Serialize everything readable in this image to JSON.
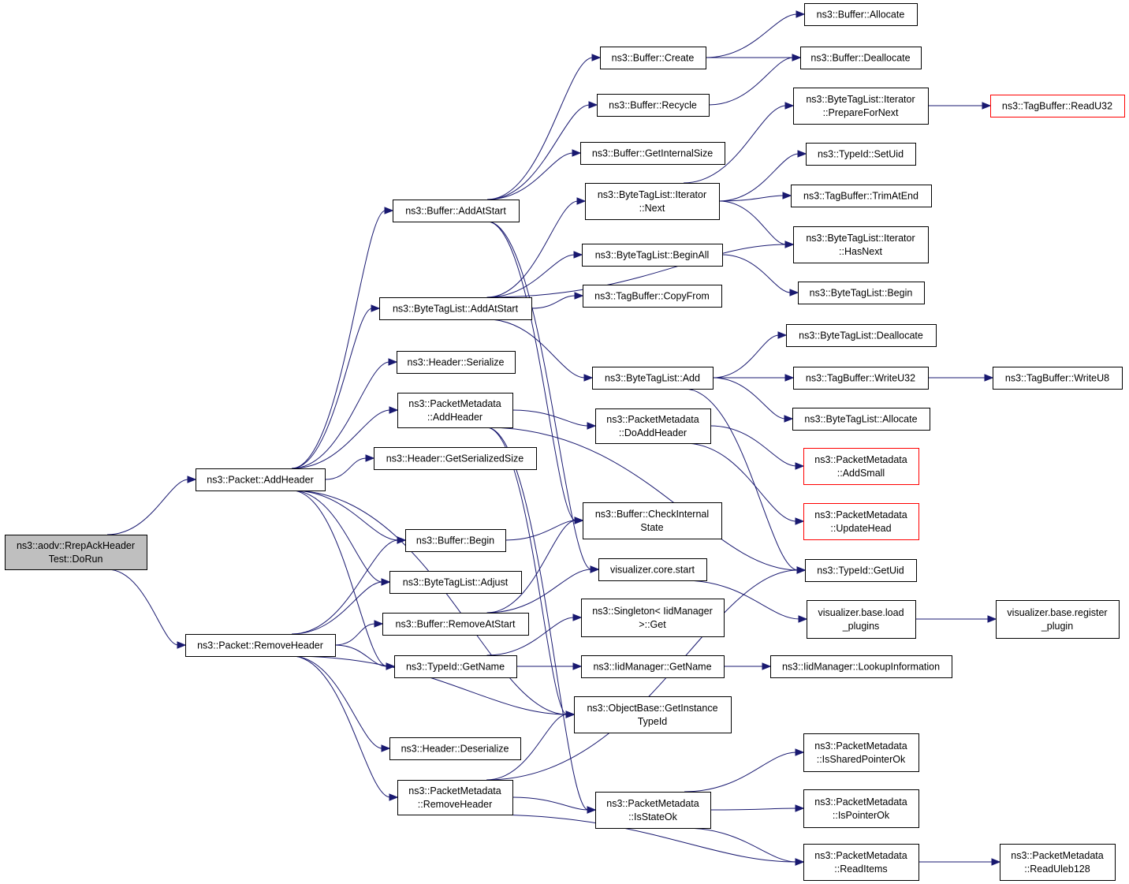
{
  "colors": {
    "edge": "#191970",
    "root_fill": "#bfbfbf",
    "external_border": "#ff0000",
    "node_border": "#000000"
  },
  "nodes": [
    {
      "id": "root",
      "lines": [
        "ns3::aodv::RrepAckHeader",
        "Test::DoRun"
      ],
      "style": "root"
    },
    {
      "id": "pkt_addheader",
      "lines": [
        "ns3::Packet::AddHeader"
      ]
    },
    {
      "id": "pkt_removeheader",
      "lines": [
        "ns3::Packet::RemoveHeader"
      ]
    },
    {
      "id": "buf_addatstart",
      "lines": [
        "ns3::Buffer::AddAtStart"
      ]
    },
    {
      "id": "btl_addatstart",
      "lines": [
        "ns3::ByteTagList::AddAtStart"
      ]
    },
    {
      "id": "hdr_serialize",
      "lines": [
        "ns3::Header::Serialize"
      ]
    },
    {
      "id": "pm_addheader",
      "lines": [
        "ns3::PacketMetadata",
        "::AddHeader"
      ]
    },
    {
      "id": "hdr_getsersize",
      "lines": [
        "ns3::Header::GetSerializedSize"
      ]
    },
    {
      "id": "buf_begin",
      "lines": [
        "ns3::Buffer::Begin"
      ]
    },
    {
      "id": "btl_adjust",
      "lines": [
        "ns3::ByteTagList::Adjust"
      ]
    },
    {
      "id": "buf_removeatstart",
      "lines": [
        "ns3::Buffer::RemoveAtStart"
      ]
    },
    {
      "id": "typeid_getname",
      "lines": [
        "ns3::TypeId::GetName"
      ]
    },
    {
      "id": "hdr_deserialize",
      "lines": [
        "ns3::Header::Deserialize"
      ]
    },
    {
      "id": "pm_removeheader",
      "lines": [
        "ns3::PacketMetadata",
        "::RemoveHeader"
      ]
    },
    {
      "id": "buf_create",
      "lines": [
        "ns3::Buffer::Create"
      ]
    },
    {
      "id": "buf_recycle",
      "lines": [
        "ns3::Buffer::Recycle"
      ]
    },
    {
      "id": "buf_getinternalsize",
      "lines": [
        "ns3::Buffer::GetInternalSize"
      ]
    },
    {
      "id": "btl_it_next",
      "lines": [
        "ns3::ByteTagList::Iterator",
        "::Next"
      ]
    },
    {
      "id": "btl_beginall",
      "lines": [
        "ns3::ByteTagList::BeginAll"
      ]
    },
    {
      "id": "tb_copyfrom",
      "lines": [
        "ns3::TagBuffer::CopyFrom"
      ]
    },
    {
      "id": "btl_add",
      "lines": [
        "ns3::ByteTagList::Add"
      ]
    },
    {
      "id": "pm_doaddheader",
      "lines": [
        "ns3::PacketMetadata",
        "::DoAddHeader"
      ]
    },
    {
      "id": "buf_checkinternal",
      "lines": [
        "ns3::Buffer::CheckInternal",
        "State"
      ]
    },
    {
      "id": "vis_core_start",
      "lines": [
        "visualizer.core.start"
      ]
    },
    {
      "id": "singleton_get",
      "lines": [
        "ns3::Singleton< IidManager",
        ">::Get"
      ]
    },
    {
      "id": "iid_getname",
      "lines": [
        "ns3::IidManager::GetName"
      ]
    },
    {
      "id": "ob_getinstance",
      "lines": [
        "ns3::ObjectBase::GetInstance",
        "TypeId"
      ]
    },
    {
      "id": "pm_isstateok",
      "lines": [
        "ns3::PacketMetadata",
        "::IsStateOk"
      ]
    },
    {
      "id": "buf_allocate",
      "lines": [
        "ns3::Buffer::Allocate"
      ]
    },
    {
      "id": "buf_deallocate",
      "lines": [
        "ns3::Buffer::Deallocate"
      ]
    },
    {
      "id": "btl_it_preparefornext",
      "lines": [
        "ns3::ByteTagList::Iterator",
        "::PrepareForNext"
      ]
    },
    {
      "id": "typeid_setuid",
      "lines": [
        "ns3::TypeId::SetUid"
      ]
    },
    {
      "id": "tb_trimatend",
      "lines": [
        "ns3::TagBuffer::TrimAtEnd"
      ]
    },
    {
      "id": "btl_it_hasnext",
      "lines": [
        "ns3::ByteTagList::Iterator",
        "::HasNext"
      ]
    },
    {
      "id": "btl_begin",
      "lines": [
        "ns3::ByteTagList::Begin"
      ]
    },
    {
      "id": "btl_deallocate",
      "lines": [
        "ns3::ByteTagList::Deallocate"
      ]
    },
    {
      "id": "tb_writeu32",
      "lines": [
        "ns3::TagBuffer::WriteU32"
      ]
    },
    {
      "id": "btl_allocate",
      "lines": [
        "ns3::ByteTagList::Allocate"
      ]
    },
    {
      "id": "pm_addsmall",
      "lines": [
        "ns3::PacketMetadata",
        "::AddSmall"
      ],
      "style": "external"
    },
    {
      "id": "pm_updatehead",
      "lines": [
        "ns3::PacketMetadata",
        "::UpdateHead"
      ],
      "style": "external"
    },
    {
      "id": "typeid_getuid",
      "lines": [
        "ns3::TypeId::GetUid"
      ]
    },
    {
      "id": "vis_base_load",
      "lines": [
        "visualizer.base.load",
        "_plugins"
      ]
    },
    {
      "id": "iid_lookupinfo",
      "lines": [
        "ns3::IidManager::LookupInformation"
      ]
    },
    {
      "id": "pm_issharedptrok",
      "lines": [
        "ns3::PacketMetadata",
        "::IsSharedPointerOk"
      ]
    },
    {
      "id": "pm_ispointerok",
      "lines": [
        "ns3::PacketMetadata",
        "::IsPointerOk"
      ]
    },
    {
      "id": "pm_readitems",
      "lines": [
        "ns3::PacketMetadata",
        "::ReadItems"
      ]
    },
    {
      "id": "tb_readu32",
      "lines": [
        "ns3::TagBuffer::ReadU32"
      ],
      "style": "external"
    },
    {
      "id": "tb_writeu8",
      "lines": [
        "ns3::TagBuffer::WriteU8"
      ]
    },
    {
      "id": "vis_base_register",
      "lines": [
        "visualizer.base.register",
        "_plugin"
      ]
    },
    {
      "id": "pm_readuleb128",
      "lines": [
        "ns3::PacketMetadata",
        "::ReadUleb128"
      ]
    }
  ],
  "edges": [
    [
      "root",
      "pkt_addheader"
    ],
    [
      "root",
      "pkt_removeheader"
    ],
    [
      "pkt_addheader",
      "buf_addatstart"
    ],
    [
      "pkt_addheader",
      "btl_addatstart"
    ],
    [
      "pkt_addheader",
      "hdr_serialize"
    ],
    [
      "pkt_addheader",
      "pm_addheader"
    ],
    [
      "pkt_addheader",
      "hdr_getsersize"
    ],
    [
      "pkt_addheader",
      "buf_begin"
    ],
    [
      "pkt_addheader",
      "btl_adjust"
    ],
    [
      "pkt_addheader",
      "typeid_getname"
    ],
    [
      "pkt_addheader",
      "ob_getinstance"
    ],
    [
      "pkt_removeheader",
      "buf_begin"
    ],
    [
      "pkt_removeheader",
      "btl_adjust"
    ],
    [
      "pkt_removeheader",
      "buf_removeatstart"
    ],
    [
      "pkt_removeheader",
      "typeid_getname"
    ],
    [
      "pkt_removeheader",
      "hdr_deserialize"
    ],
    [
      "pkt_removeheader",
      "pm_removeheader"
    ],
    [
      "pkt_removeheader",
      "ob_getinstance"
    ],
    [
      "buf_addatstart",
      "buf_create"
    ],
    [
      "buf_addatstart",
      "buf_recycle"
    ],
    [
      "buf_addatstart",
      "buf_getinternalsize"
    ],
    [
      "buf_addatstart",
      "buf_checkinternal"
    ],
    [
      "buf_addatstart",
      "vis_core_start"
    ],
    [
      "btl_addatstart",
      "btl_it_next"
    ],
    [
      "btl_addatstart",
      "btl_beginall"
    ],
    [
      "btl_addatstart",
      "tb_copyfrom"
    ],
    [
      "btl_addatstart",
      "btl_add"
    ],
    [
      "btl_addatstart",
      "btl_it_hasnext"
    ],
    [
      "pm_addheader",
      "pm_doaddheader"
    ],
    [
      "pm_addheader",
      "typeid_getuid"
    ],
    [
      "pm_addheader",
      "pm_isstateok"
    ],
    [
      "pm_addheader",
      "ob_getinstance"
    ],
    [
      "buf_begin",
      "buf_checkinternal"
    ],
    [
      "buf_removeatstart",
      "buf_checkinternal"
    ],
    [
      "buf_removeatstart",
      "vis_core_start"
    ],
    [
      "typeid_getname",
      "singleton_get"
    ],
    [
      "typeid_getname",
      "iid_getname"
    ],
    [
      "pm_removeheader",
      "ob_getinstance"
    ],
    [
      "pm_removeheader",
      "pm_isstateok"
    ],
    [
      "pm_removeheader",
      "typeid_getuid"
    ],
    [
      "pm_removeheader",
      "pm_readitems"
    ],
    [
      "buf_create",
      "buf_allocate"
    ],
    [
      "buf_create",
      "buf_deallocate"
    ],
    [
      "buf_recycle",
      "buf_deallocate"
    ],
    [
      "btl_it_next",
      "btl_it_preparefornext"
    ],
    [
      "btl_it_next",
      "typeid_setuid"
    ],
    [
      "btl_it_next",
      "tb_trimatend"
    ],
    [
      "btl_it_next",
      "btl_it_hasnext"
    ],
    [
      "btl_beginall",
      "btl_begin"
    ],
    [
      "btl_add",
      "btl_deallocate"
    ],
    [
      "btl_add",
      "tb_writeu32"
    ],
    [
      "btl_add",
      "btl_allocate"
    ],
    [
      "btl_add",
      "typeid_getuid"
    ],
    [
      "pm_doaddheader",
      "pm_addsmall"
    ],
    [
      "pm_doaddheader",
      "pm_updatehead"
    ],
    [
      "vis_core_start",
      "vis_base_load"
    ],
    [
      "iid_getname",
      "iid_lookupinfo"
    ],
    [
      "pm_isstateok",
      "pm_issharedptrok"
    ],
    [
      "pm_isstateok",
      "pm_ispointerok"
    ],
    [
      "pm_isstateok",
      "pm_readitems"
    ],
    [
      "btl_it_preparefornext",
      "tb_readu32"
    ],
    [
      "tb_writeu32",
      "tb_writeu8"
    ],
    [
      "vis_base_load",
      "vis_base_register"
    ],
    [
      "pm_readitems",
      "pm_readuleb128"
    ]
  ]
}
